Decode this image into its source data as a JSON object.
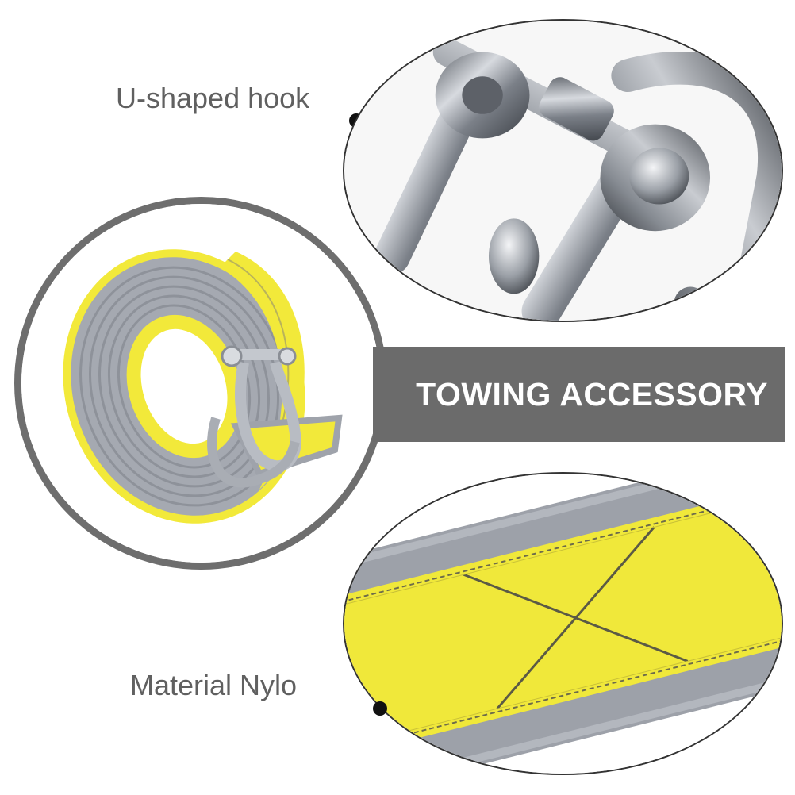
{
  "callouts": {
    "hook_label": "U-shaped hook",
    "nylon_label": "Material Nylo"
  },
  "banner": {
    "text": "TOWING ACCESSORY"
  },
  "colors": {
    "banner_bg": "#6b6b6b",
    "strap_yellow": "#f2e93a",
    "strap_gray": "#9fa3ab",
    "label_gray": "#606060"
  }
}
